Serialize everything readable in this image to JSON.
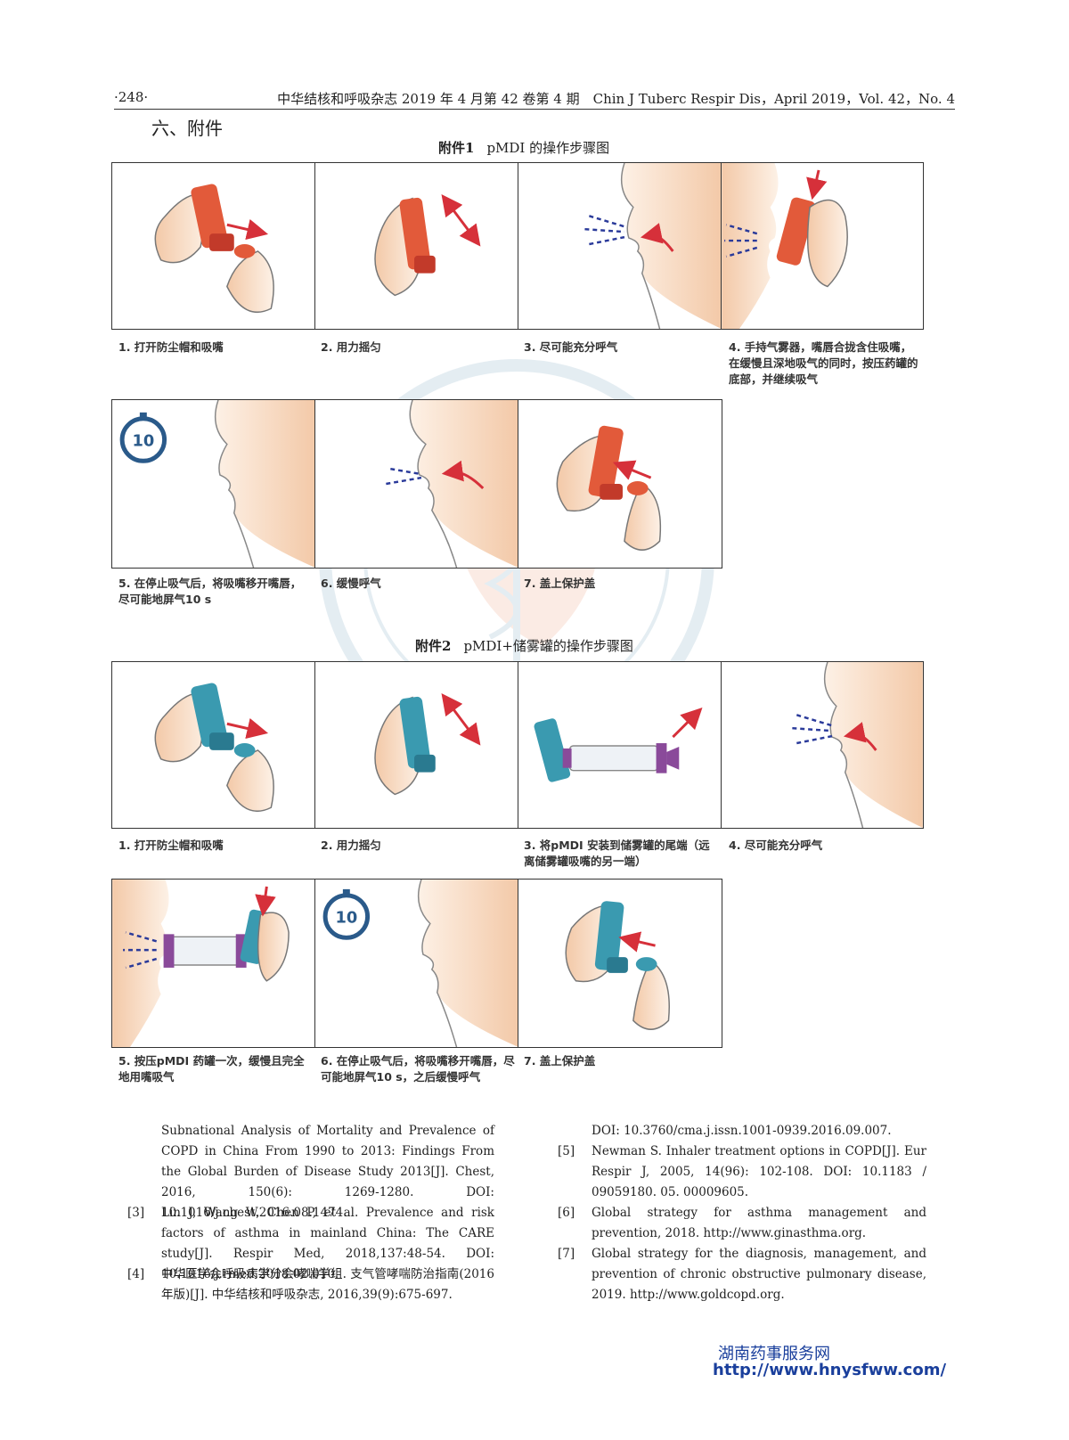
{
  "header": {
    "page_number": "·248·",
    "journal": "中华结核和呼吸杂志 2019 年 4 月第 42 卷第 4 期　Chin J Tuberc Respir Dis，April 2019，Vol. 42，No. 4"
  },
  "section_title": "六、附件",
  "figure1": {
    "label": "附件1",
    "title": "pMDI 的操作步骤图",
    "steps": [
      "1. 打开防尘帽和吸嘴",
      "2. 用力摇匀",
      "3. 尽可能充分呼气",
      "4. 手持气雾器，嘴唇合拢含住吸嘴，在缓慢且深地吸气的同时，按压药罐的底部，并继续吸气",
      "5. 在停止吸气后，将吸嘴移开嘴唇，尽可能地屏气10 s",
      "6. 缓慢呼气",
      "7. 盖上保护盖"
    ],
    "inhaler_color": "#e25a3a"
  },
  "figure2": {
    "label": "附件2",
    "title": "pMDI+储雾罐的操作步骤图",
    "steps": [
      "1. 打开防尘帽和吸嘴",
      "2. 用力摇匀",
      "3. 将pMDI 安装到储雾罐的尾端（远离储雾罐吸嘴的另一端）",
      "4. 尽可能充分呼气",
      "5. 按压pMDI 药罐一次，缓慢且完全地用嘴吸气",
      "6. 在停止吸气后，将吸嘴移开嘴唇，尽可能地屏气10 s，之后缓慢呼气",
      "7. 盖上保护盖"
    ],
    "inhaler_color": "#3a9ab0",
    "spacer_color": "#8a4a9a"
  },
  "timer_value": "10",
  "references": {
    "left": [
      {
        "num": "",
        "text": "Subnational Analysis of Mortality and Prevalence of COPD in China From 1990 to 2013: Findings From the Global Burden of Disease Study 2013[J]. Chest, 2016, 150(6): 1269-1280. DOI: 10.1016/j.chest.2016.08.1474."
      },
      {
        "num": "[3]",
        "text": "Lin J, Wang W, Chen P, et al. Prevalence and risk factors of asthma in mainland China: The CARE study[J]. Respir Med, 2018,137:48-54. DOI: 10.1016/j.rmed.2018.02.010."
      },
      {
        "num": "[4]",
        "text": "中华医学会呼吸病学分会哮喘学组. 支气管哮喘防治指南(2016 年版)[J]. 中华结核和呼吸杂志, 2016,39(9):675-697."
      }
    ],
    "right": [
      {
        "num": "",
        "text": "DOI: 10.3760/cma.j.issn.1001-0939.2016.09.007."
      },
      {
        "num": "[5]",
        "text": "Newman S. Inhaler treatment options in COPD[J]. Eur Respir J, 2005, 14(96): 102-108. DOI: 10.1183 / 09059180. 05. 00009605."
      },
      {
        "num": "[6]",
        "text": "Global strategy for asthma management and prevention, 2018. http://www.ginasthma.org."
      },
      {
        "num": "[7]",
        "text": "Global strategy for the diagnosis, management, and prevention of chronic obstructive pulmonary disease, 2019. http://www.goldcopd.org."
      }
    ]
  },
  "footer": {
    "site_name": "湖南药事服务网",
    "url": "http://www.hnysfww.com/"
  }
}
